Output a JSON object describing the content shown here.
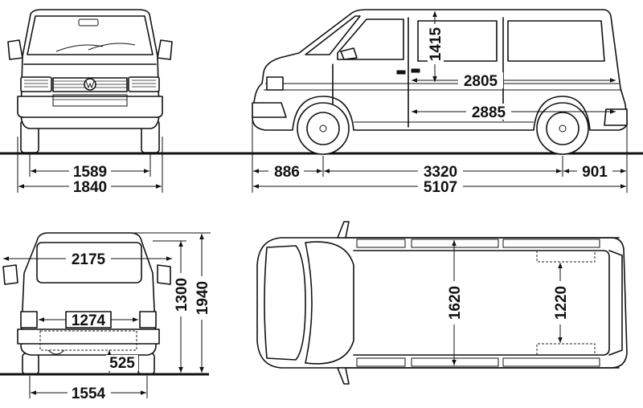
{
  "dimensions": {
    "front_track": "1589",
    "front_width": "1840",
    "window_height": "1415",
    "load_length_upper": "2805",
    "load_length_lower": "2885",
    "front_overhang": "886",
    "wheelbase": "3320",
    "rear_overhang": "901",
    "overall_length": "5107",
    "rear_width_top": "2175",
    "rear_opening_width": "1274",
    "rear_load_height": "1300",
    "overall_height": "1940",
    "step_height": "525",
    "rear_track": "1554",
    "interior_width": "1620",
    "wheelhouse_width": "1220"
  },
  "colors": {
    "ink": "#111111",
    "paper": "#ffffff"
  }
}
